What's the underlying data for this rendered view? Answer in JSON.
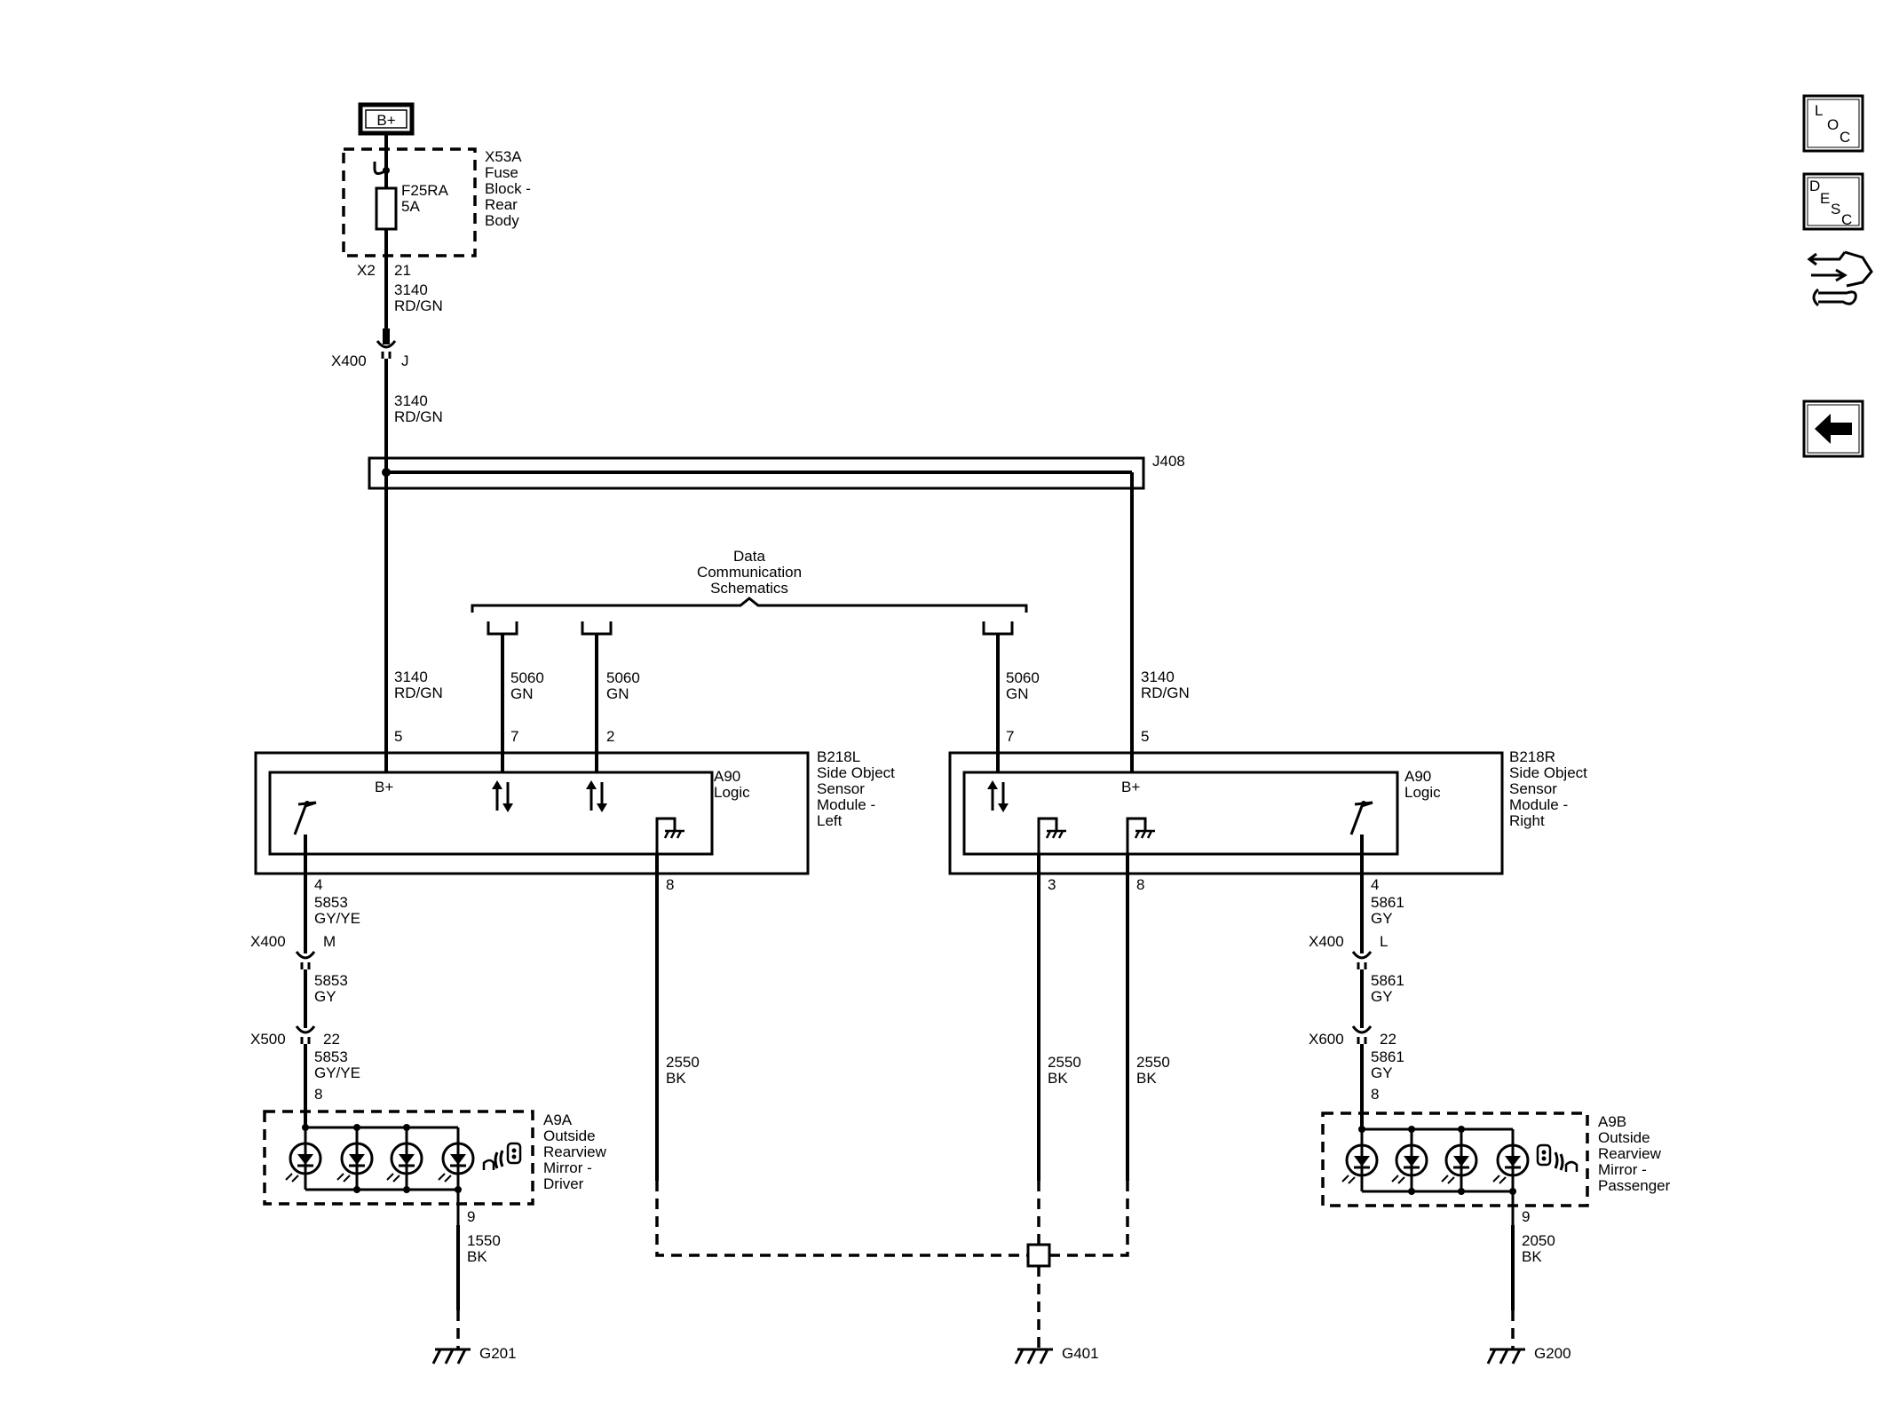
{
  "power": {
    "battery": "B+"
  },
  "fuse_block": {
    "id": "X53A",
    "name1": "Fuse",
    "name2": "Block -",
    "name3": "Rear",
    "name4": "Body",
    "fuse": "F25RA",
    "rating": "5A",
    "conn": "X2",
    "pin": "21"
  },
  "wires": {
    "w3140": "3140",
    "rdgn": "RD/GN",
    "w5060": "5060",
    "gn": "GN",
    "w5853": "5853",
    "gyye": "GY/YE",
    "gy": "GY",
    "w5861": "5861",
    "w2550": "2550",
    "bk": "BK",
    "w1550": "1550",
    "w2050": "2050"
  },
  "connectors": {
    "x400": "X400",
    "pinJ": "J",
    "pinM": "M",
    "pinL": "L",
    "x500": "X500",
    "x600": "X600",
    "pin22": "22"
  },
  "splice": "J408",
  "data_comm": {
    "l1": "Data",
    "l2": "Communication",
    "l3": "Schematics"
  },
  "module_left": {
    "id": "B218L",
    "l1": "Side Object",
    "l2": "Sensor",
    "l3": "Module -",
    "l4": "Left",
    "logic_id": "A90",
    "logic": "Logic",
    "bplus": "B+",
    "pin5": "5",
    "pin7": "7",
    "pin2": "2",
    "pin4": "4",
    "pin8": "8"
  },
  "module_right": {
    "id": "B218R",
    "l1": "Side Object",
    "l2": "Sensor",
    "l3": "Module -",
    "l4": "Right",
    "logic_id": "A90",
    "logic": "Logic",
    "bplus": "B+",
    "pin7": "7",
    "pin5": "5",
    "pin4": "4",
    "pin3": "3",
    "pin8": "8"
  },
  "mirror_left": {
    "id": "A9A",
    "l1": "Outside",
    "l2": "Rearview",
    "l3": "Mirror -",
    "l4": "Driver",
    "pin8": "8",
    "pin9": "9"
  },
  "mirror_right": {
    "id": "A9B",
    "l1": "Outside",
    "l2": "Rearview",
    "l3": "Mirror -",
    "l4": "Passenger",
    "pin8": "8",
    "pin9": "9"
  },
  "grounds": {
    "g201": "G201",
    "g401": "G401",
    "g200": "G200"
  },
  "nav": {
    "loc": {
      "l": "L",
      "o": "O",
      "c": "C"
    },
    "desc": {
      "d": "D",
      "e": "E",
      "s": "S",
      "c": "C"
    },
    "connector_icon": "connector-wrench-icon",
    "back_icon": "back-arrow-icon"
  }
}
